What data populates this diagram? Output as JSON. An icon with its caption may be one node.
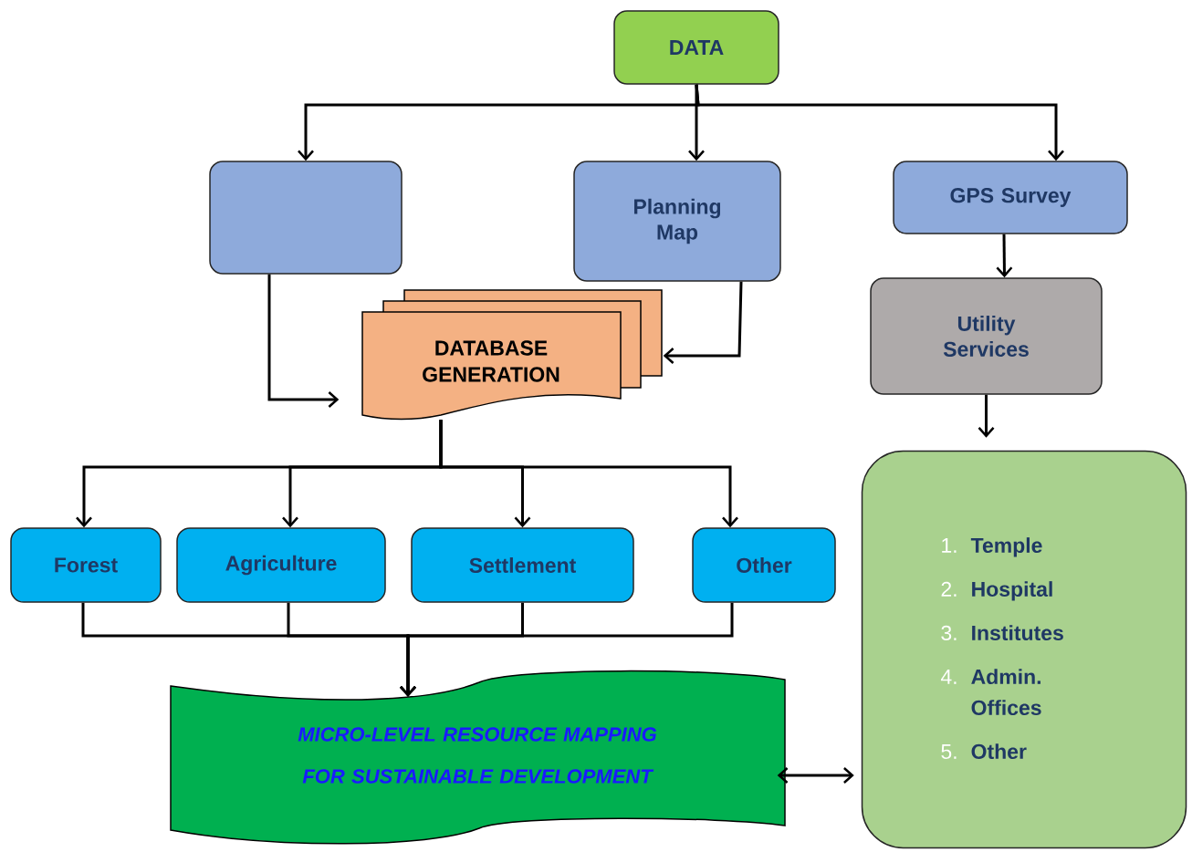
{
  "diagram": {
    "nodes": [
      {
        "text": [
          "DATA"
        ]
      },
      {
        "text": [],
        "shape": "box"
      },
      {
        "text": [
          "Planning Map"
        ]
      },
      {
        "text": [
          "GPS Survey"
        ]
      },
      {
        "text": [
          "DATABASE GENERATION"
        ]
      },
      {
        "text": [
          "Utility Services"
        ]
      },
      {
        "text": [
          "Forest"
        ]
      },
      {
        "text": [
          "Agriculture"
        ]
      },
      {
        "text": [
          "Settlement"
        ]
      },
      {
        "text": [
          "Other"
        ]
      },
      {
        "text": [
          "MICRO-LEVEL RESOURCE MAPPING FOR SUSTAINABLE DEVELOPMENT"
        ]
      },
      {
        "text": [
          "1.",
          "Temple",
          "2.",
          "Hospital",
          "3.",
          "Institutes",
          "4.",
          "Admin. Offices",
          "5.",
          "Other"
        ]
      }
    ],
    "edges": [
      {
        "from": 0,
        "to": 1,
        "arrow": "to"
      },
      {
        "from": 0,
        "to": 2,
        "arrow": "to"
      },
      {
        "from": 0,
        "to": 3,
        "arrow": "to"
      },
      {
        "from": 1,
        "to": 4,
        "arrow": "to"
      },
      {
        "from": 2,
        "to": 4,
        "arrow": "to"
      },
      {
        "from": 3,
        "to": 5,
        "arrow": "to"
      },
      {
        "from": 5,
        "to": 11,
        "arrow": "to"
      },
      {
        "from": 4,
        "to": 6,
        "arrow": "to"
      },
      {
        "from": 4,
        "to": 7,
        "arrow": "to"
      },
      {
        "from": 4,
        "to": 8,
        "arrow": "to"
      },
      {
        "from": 4,
        "to": 9,
        "arrow": "to"
      },
      {
        "from": 6,
        "to": 10,
        "arrow": "to"
      },
      {
        "from": 7,
        "to": 10,
        "arrow": "to"
      },
      {
        "from": 8,
        "to": 10,
        "arrow": "to"
      },
      {
        "from": 9,
        "to": 10,
        "arrow": "to"
      },
      {
        "from": 10,
        "to": 11,
        "arrow": "both"
      }
    ]
  }
}
